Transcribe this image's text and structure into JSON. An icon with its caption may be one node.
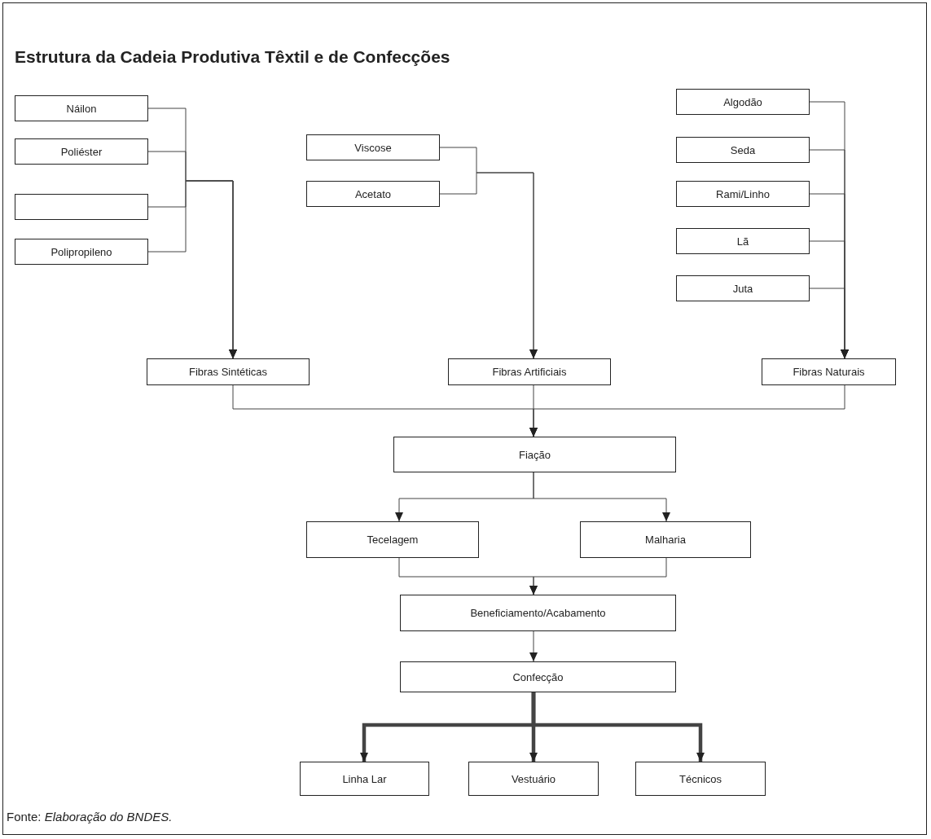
{
  "diagram": {
    "title": "Estrutura da Cadeia Produtiva Têxtil e de Confecções",
    "caption": "Fonte: *Elaboração do BNDES.*",
    "nodes": [
      {
        "text": [
          "Náilon"
        ]
      },
      {
        "text": [
          "Poliéster"
        ]
      },
      {
        "text": [],
        "shape": "box"
      },
      {
        "text": [
          "Polipropileno"
        ]
      },
      {
        "text": [
          "Viscose"
        ]
      },
      {
        "text": [
          "Acetato"
        ]
      },
      {
        "text": [
          "Algodão"
        ]
      },
      {
        "text": [
          "Seda"
        ]
      },
      {
        "text": [
          "Rami/Linho"
        ]
      },
      {
        "text": [
          "Lã"
        ]
      },
      {
        "text": [
          "Juta"
        ]
      },
      {
        "text": [
          "Fibras Sintéticas"
        ]
      },
      {
        "text": [
          "Fibras Artificiais"
        ]
      },
      {
        "text": [
          "Fibras Naturais"
        ]
      },
      {
        "text": [
          "Fiação"
        ]
      },
      {
        "text": [
          "Tecelagem"
        ]
      },
      {
        "text": [
          "Malharia"
        ]
      },
      {
        "text": [
          "Beneficiamento/Acabamento"
        ]
      },
      {
        "text": [
          "Confecção"
        ]
      },
      {
        "text": [
          "Linha Lar"
        ]
      },
      {
        "text": [
          "Vestuário"
        ]
      },
      {
        "text": [
          "Técnicos"
        ]
      }
    ],
    "edges": [
      {
        "from": 0,
        "to": 11,
        "arrow": "to"
      },
      {
        "from": 1,
        "to": 11,
        "arrow": "to"
      },
      {
        "from": 2,
        "to": 11,
        "arrow": "to"
      },
      {
        "from": 3,
        "to": 11,
        "arrow": "to"
      },
      {
        "from": 4,
        "to": 12,
        "arrow": "to"
      },
      {
        "from": 5,
        "to": 12,
        "arrow": "to"
      },
      {
        "from": 6,
        "to": 13,
        "arrow": "to"
      },
      {
        "from": 7,
        "to": 13,
        "arrow": "to"
      },
      {
        "from": 8,
        "to": 13,
        "arrow": "to"
      },
      {
        "from": 9,
        "to": 13,
        "arrow": "to"
      },
      {
        "from": 10,
        "to": 13,
        "arrow": "to"
      },
      {
        "from": 11,
        "to": 14,
        "arrow": "to"
      },
      {
        "from": 12,
        "to": 14,
        "arrow": "to"
      },
      {
        "from": 13,
        "to": 14,
        "arrow": "to"
      },
      {
        "from": 14,
        "to": 15,
        "arrow": "to"
      },
      {
        "from": 14,
        "to": 16,
        "arrow": "to"
      },
      {
        "from": 15,
        "to": 17,
        "arrow": "to"
      },
      {
        "from": 16,
        "to": 17,
        "arrow": "to"
      },
      {
        "from": 17,
        "to": 18,
        "arrow": "to"
      },
      {
        "from": 18,
        "to": 19,
        "arrow": "to",
        "style": "thick"
      },
      {
        "from": 18,
        "to": 20,
        "arrow": "to",
        "style": "thick"
      },
      {
        "from": 18,
        "to": 21,
        "arrow": "to",
        "style": "thick"
      }
    ]
  }
}
